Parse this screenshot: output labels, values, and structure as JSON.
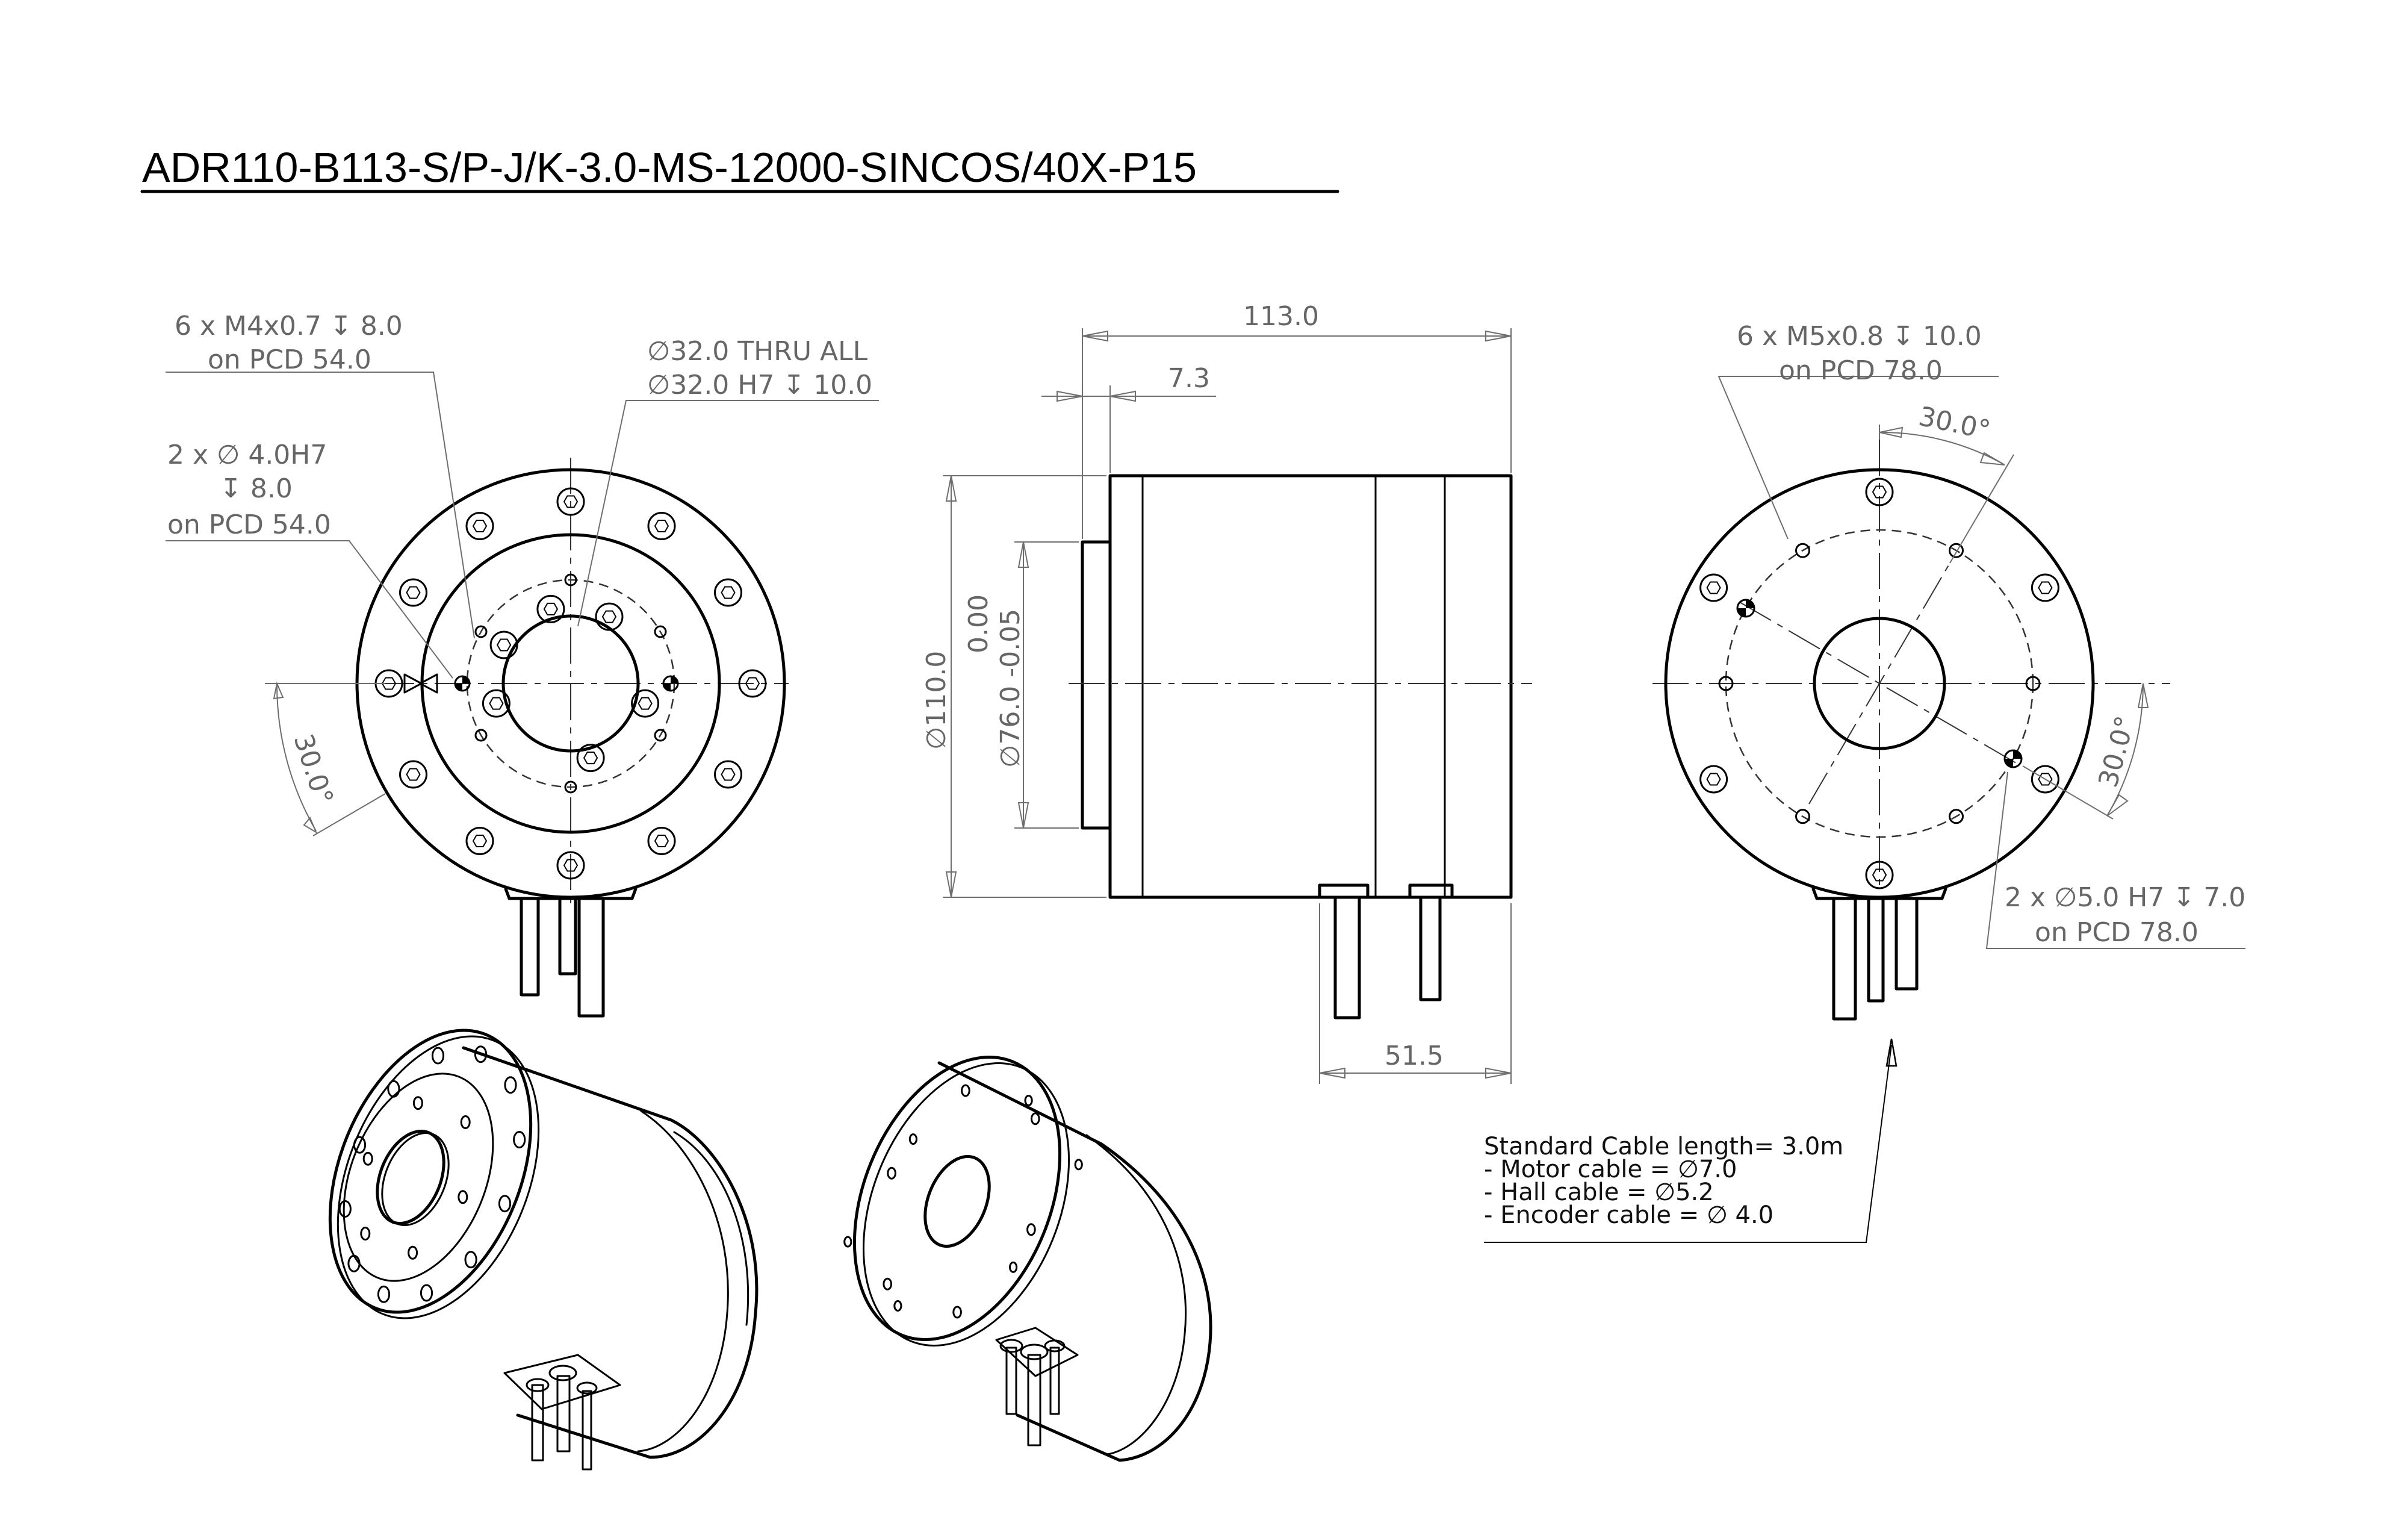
{
  "title": "ADR110-B113-S/P-J/K-3.0-MS-12000-SINCOS/40X-P15",
  "front_view": {
    "callout_threads": [
      "6 x M4x0.7 ↧ 8.0",
      "on PCD 54.0"
    ],
    "callout_pins": [
      "2 x ∅ 4.0H7",
      "↧ 8.0",
      "on PCD 54.0"
    ],
    "callout_bore": [
      "∅32.0 THRU ALL",
      "∅32.0 H7 ↧ 10.0"
    ],
    "angle": "30.0°"
  },
  "side_view": {
    "length": "113.0",
    "flange": "7.3",
    "outer_dia": "∅110.0",
    "pilot_dia": "∅76.0 -0.05",
    "pilot_tol": "0.00",
    "cable_pos": "51.5"
  },
  "rear_view": {
    "callout_threads": [
      "6 x M5x0.8 ↧ 10.0",
      "on PCD 78.0"
    ],
    "callout_pins": [
      "2 x ∅5.0 H7 ↧ 7.0",
      "on PCD 78.0"
    ],
    "angle_top": "30.0°",
    "angle_right": "30.0°"
  },
  "cable_note": [
    "Standard Cable length= 3.0m",
    "- Motor cable = ∅7.0",
    "- Hall cable = ∅5.2",
    "- Encoder cable = ∅ 4.0"
  ]
}
